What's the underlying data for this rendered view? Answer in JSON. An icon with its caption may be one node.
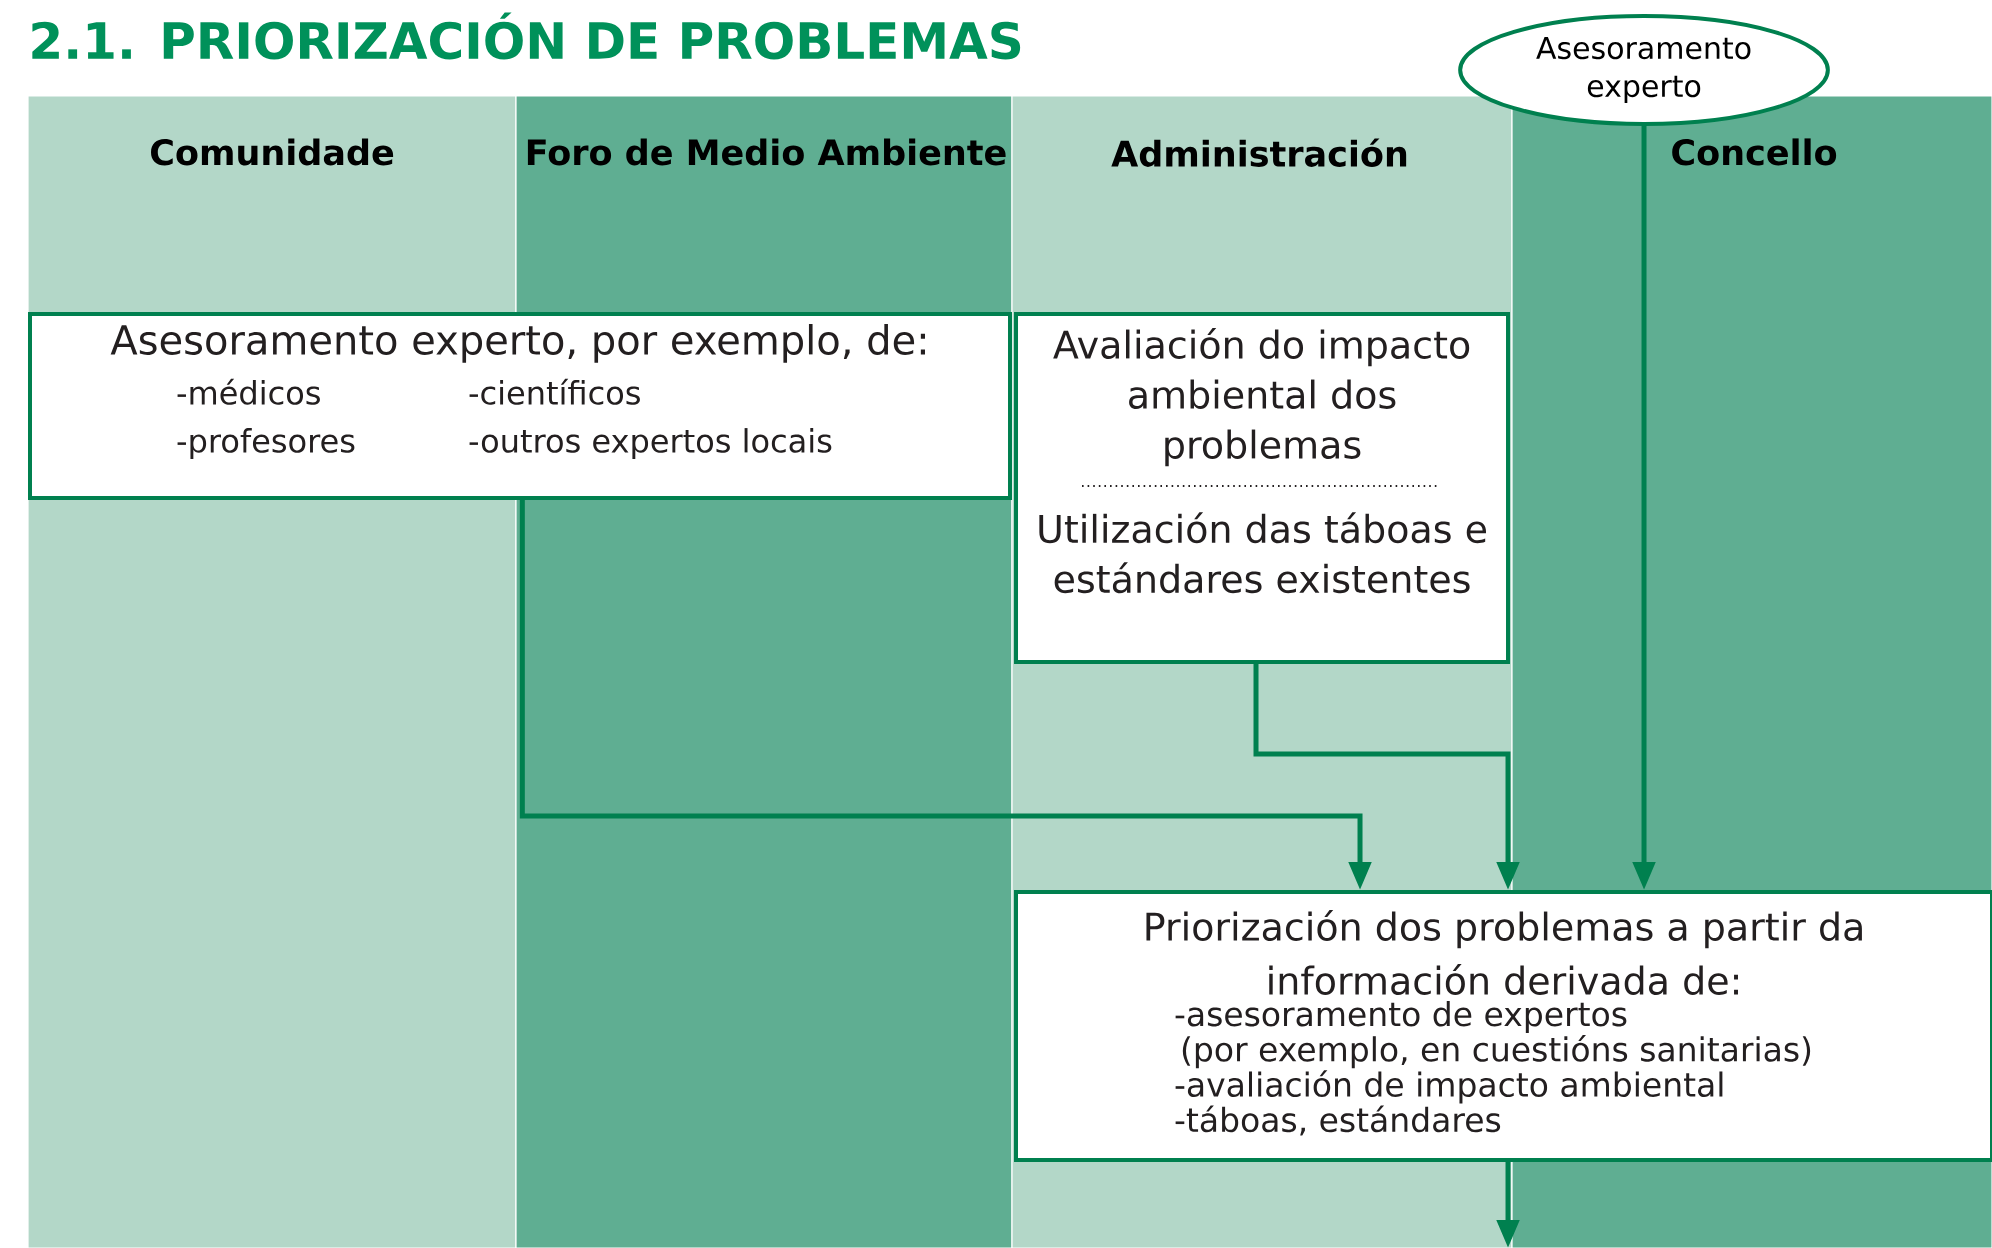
{
  "diagram": {
    "title": "2.1. PRIORIZACIÓN DE PROBLEMAS",
    "nodes": [
      {
        "text": [
          "Comunidade"
        ]
      },
      {
        "text": [
          "Foro de Medio Ambiente"
        ]
      },
      {
        "text": [
          "Administración"
        ]
      },
      {
        "text": [
          "Concello"
        ]
      },
      {
        "text": [
          "Asesoramento experto"
        ]
      },
      {
        "text": [
          "Asesoramento experto, por exemplo, de:",
          "-médicos",
          "-científicos",
          "-profesores",
          "-outros expertos locais"
        ]
      },
      {
        "text": [
          "Avaliación do impacto ambiental dos problemas",
          "Utilización das táboas e estándares existentes"
        ]
      },
      {
        "text": [
          "Priorización dos problemas a partir da información derivada de:",
          "-asesoramento de expertos",
          "(por exemplo, en cuestións sanitarias)",
          "-avaliación de impacto ambiental",
          "-táboas, estándares"
        ]
      }
    ],
    "edges": [
      {
        "from": 5,
        "to": 7,
        "arrow": "to"
      },
      {
        "from": 6,
        "to": 7,
        "arrow": "to"
      },
      {
        "from": 4,
        "to": 7,
        "arrow": "to"
      },
      {
        "from": 7,
        "to": null,
        "arrow": "to"
      }
    ]
  }
}
